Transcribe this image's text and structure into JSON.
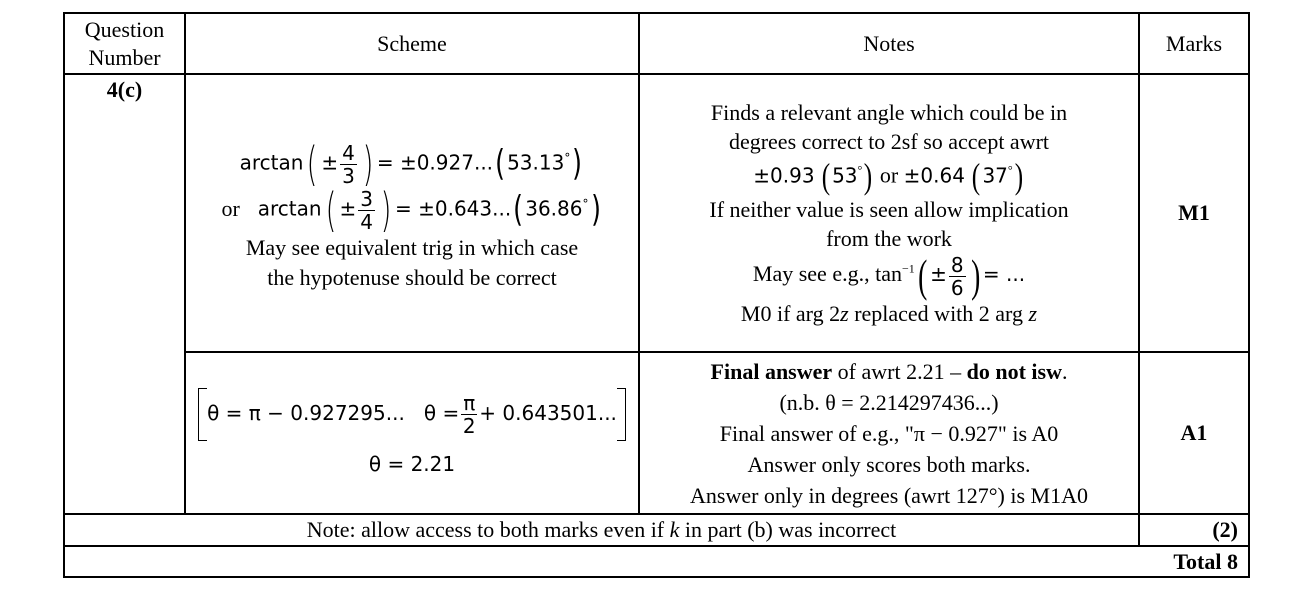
{
  "header": {
    "question_number": "Question Number",
    "scheme": "Scheme",
    "notes": "Notes",
    "marks": "Marks"
  },
  "question": "4(c)",
  "row1": {
    "scheme": {
      "line1": {
        "fn": "arctan",
        "num": "4",
        "den": "3",
        "pm": "±",
        "eq": "= ±0.927...",
        "deg": "53.13",
        "degsym": "°"
      },
      "line2": {
        "prefix": "or",
        "fn": "arctan",
        "num": "3",
        "den": "4",
        "pm": "±",
        "eq": "= ±0.643...",
        "deg": "36.86",
        "degsym": "°"
      },
      "text1": "May see equivalent trig in which case",
      "text2": "the hypotenuse should be correct"
    },
    "notes": {
      "n1": "Finds a relevant angle which could be in",
      "n2": "degrees correct to 2sf so accept awrt",
      "n3a": "±0.93",
      "n3b": "53",
      "n3c": "or",
      "n3d": "±0.64",
      "n3e": "37",
      "degsym": "°",
      "n4": "If neither value is seen allow implication",
      "n5": "from the work",
      "n6a": "May see e.g., tan",
      "n6sup": "−1",
      "n6num": "8",
      "n6den": "6",
      "n6pm": "±",
      "n6eq": "= ...",
      "n7a": "M0 if arg 2",
      "n7z": "z",
      "n7b": " replaced with 2 arg ",
      "n7z2": "z"
    },
    "marks": "M1"
  },
  "row2": {
    "scheme": {
      "b1": "θ = π − 0.927295...",
      "b2a": "θ =",
      "b2num": "π",
      "b2den": "2",
      "b2b": "+ 0.643501...",
      "final": "θ = 2.21"
    },
    "notes": {
      "n1bold": "Final answer",
      "n1a": " of awrt 2.21 – ",
      "n1bold2": "do not isw",
      "n1end": ".",
      "n2": "(n.b.   θ = 2.214297436...)",
      "n3": "Final answer of e.g., \"π − 0.927\" is A0",
      "n4": "Answer only scores both marks.",
      "n5": "Answer only in degrees (awrt 127°) is M1A0"
    },
    "marks": "A1"
  },
  "note_row": {
    "a": "Note: allow access to both marks even if ",
    "k": "k",
    "b": " in part (b) was incorrect",
    "marks": "(2)"
  },
  "total": "Total 8"
}
